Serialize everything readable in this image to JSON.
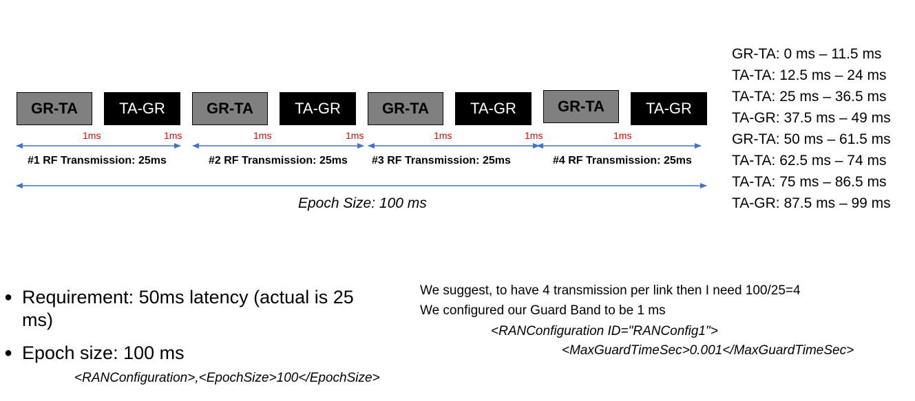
{
  "diagram": {
    "blocks": [
      {
        "label": "GR-TA",
        "kind": "gr"
      },
      {
        "label": "TA-GR",
        "kind": "ta"
      },
      {
        "label": "GR-TA",
        "kind": "gr"
      },
      {
        "label": "TA-GR",
        "kind": "ta"
      },
      {
        "label": "GR-TA",
        "kind": "gr"
      },
      {
        "label": "TA-GR",
        "kind": "ta"
      },
      {
        "label": "GR-TA",
        "kind": "gr"
      },
      {
        "label": "TA-GR",
        "kind": "ta"
      }
    ],
    "guard_label": "1ms",
    "transmissions": [
      "#1 RF Transmission: 25ms",
      "#2 RF Transmission: 25ms",
      "#3 RF Transmission: 25ms",
      "#4 RF Transmission: 25ms"
    ],
    "epoch_label": "Epoch Size: 100 ms",
    "colors": {
      "gr_block": "#808080",
      "ta_block": "#000000",
      "guard_text": "#e00000",
      "arrow": "#4472c4"
    }
  },
  "schedule": [
    "GR-TA: 0 ms – 11.5 ms",
    "TA-TA: 12.5 ms – 24 ms",
    "TA-TA: 25 ms – 36.5 ms",
    "TA-GR: 37.5 ms – 49 ms",
    "GR-TA: 50 ms – 61.5 ms",
    "TA-TA: 62.5 ms – 74 ms",
    "TA-TA: 75 ms – 86.5 ms",
    "TA-GR: 87.5 ms – 99 ms"
  ],
  "bullets": {
    "req_line1": "Requirement: 50ms latency (actual is 25",
    "req_line2": "ms)",
    "epoch": "Epoch size: 100 ms",
    "epoch_xml": "<RANConfiguration>,<EpochSize>100</EpochSize>"
  },
  "notes": {
    "line1": "We suggest, to have 4 transmission per link then I need 100/25=4",
    "line2": "We configured our Guard Band to be 1 ms",
    "xml1": "<RANConfiguration ID=\"RANConfig1\">",
    "xml2": "<MaxGuardTimeSec>0.001</MaxGuardTimeSec>"
  }
}
